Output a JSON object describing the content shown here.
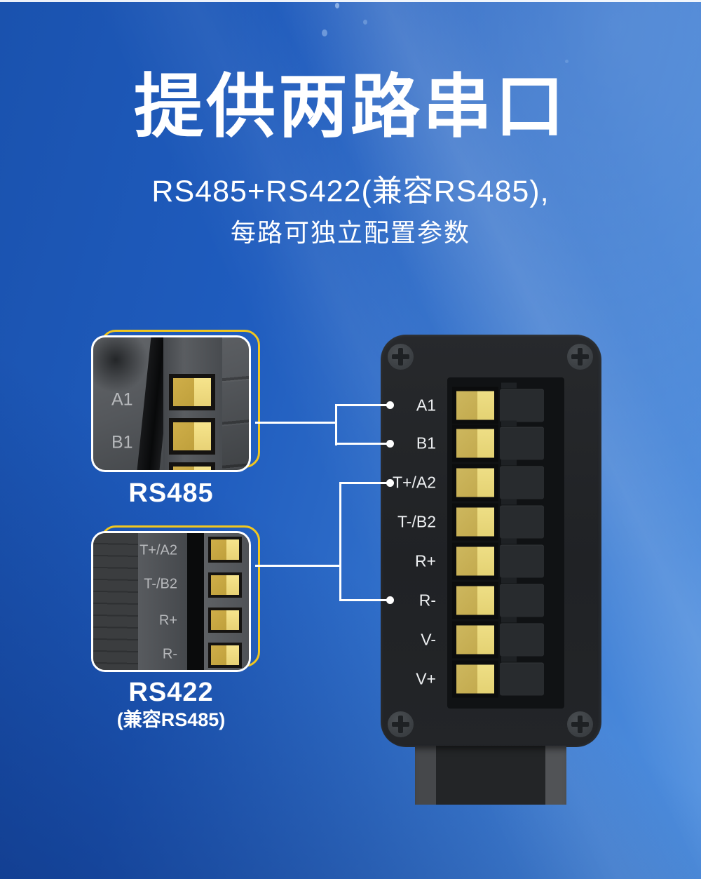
{
  "hero": {
    "title": "提供两路串口",
    "subtitle1": "RS485+RS422(兼容RS485),",
    "subtitle2": "每路可独立配置参数"
  },
  "insets": [
    {
      "caption": "RS485",
      "labels": [
        "A1",
        "B1"
      ]
    },
    {
      "caption": "RS422",
      "subcaption": "(兼容RS485)",
      "labels": [
        "T+/A2",
        "T-/B2",
        "R+",
        "R-"
      ]
    }
  ],
  "device": {
    "terminals": [
      "A1",
      "B1",
      "T+/A2",
      "T-/B2",
      "R+",
      "R-",
      "V-",
      "V+"
    ],
    "connected_terminals": [
      "A1",
      "B1",
      "T+/A2",
      "R-"
    ]
  },
  "colors": {
    "background_left": "#1a52ae",
    "background_right": "#5191e0",
    "accent_yellow": "#f2c71e",
    "panel_dark": "#232527",
    "terminal_gold_dark": "#c3aa4e",
    "terminal_gold_light": "#eede85",
    "connector_line": "#ffffff",
    "text": "#ffffff"
  }
}
